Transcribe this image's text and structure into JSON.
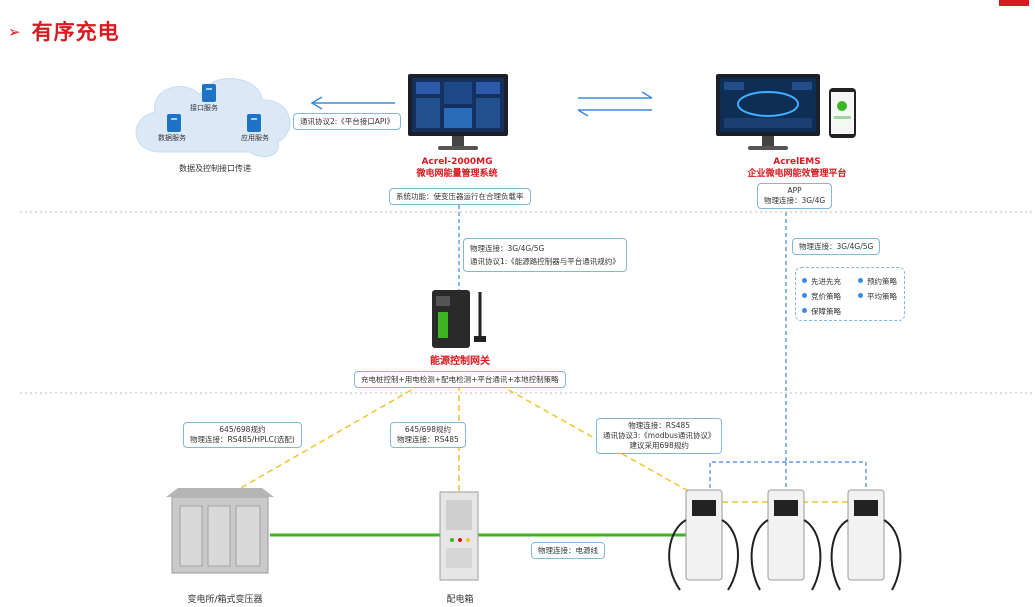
{
  "page": {
    "title": "有序充电",
    "bullet": "➢"
  },
  "cloud": {
    "services": [
      "接口服务",
      "数据服务",
      "应用服务"
    ],
    "caption": "数据及控制接口传递"
  },
  "protocol2": "通讯协议2:《平台接口API》",
  "acrel2000": {
    "name": "Acrel-2000MG",
    "subtitle": "微电网能量管理系统",
    "function": "系统功能：使变压器运行在合理负载率"
  },
  "acrelems": {
    "name": "AcrelEMS",
    "subtitle": "企业微电网能效管理平台",
    "app": "APP",
    "app_conn": "物理连接：3G/4G"
  },
  "gateway_link": {
    "conn": "物理连接：3G/4G/5G",
    "protocol": "通讯协议1:《能源路控制器与平台通讯规约》"
  },
  "ems_link": {
    "conn": "物理连接：3G/4G/5G"
  },
  "strategies": [
    "先进先充",
    "预约策略",
    "竞价策略",
    "平均策略",
    "保障策略"
  ],
  "gateway": {
    "name": "能源控制网关",
    "functions": "充电桩控制+用电检测+配电检测+平台通讯+本地控制策略"
  },
  "links": {
    "substation": {
      "line1": "645/698规约",
      "line2": "物理连接：RS485/HPLC(选配)"
    },
    "box": {
      "line1": "645/698规约",
      "line2": "物理连接：RS485"
    },
    "chargers": {
      "line1": "物理连接：RS485",
      "line2": "通讯协议3:《modbus通讯协议》",
      "line3": "建议采用698规约"
    },
    "power": "物理连接：电源线"
  },
  "equipment": {
    "substation": "变电所/箱式变压器",
    "distribution_box": "配电箱"
  },
  "colors": {
    "accent": "#d8191f",
    "link": "#3a8be0",
    "power": "#3cb521",
    "rs485": "#f1c232"
  }
}
